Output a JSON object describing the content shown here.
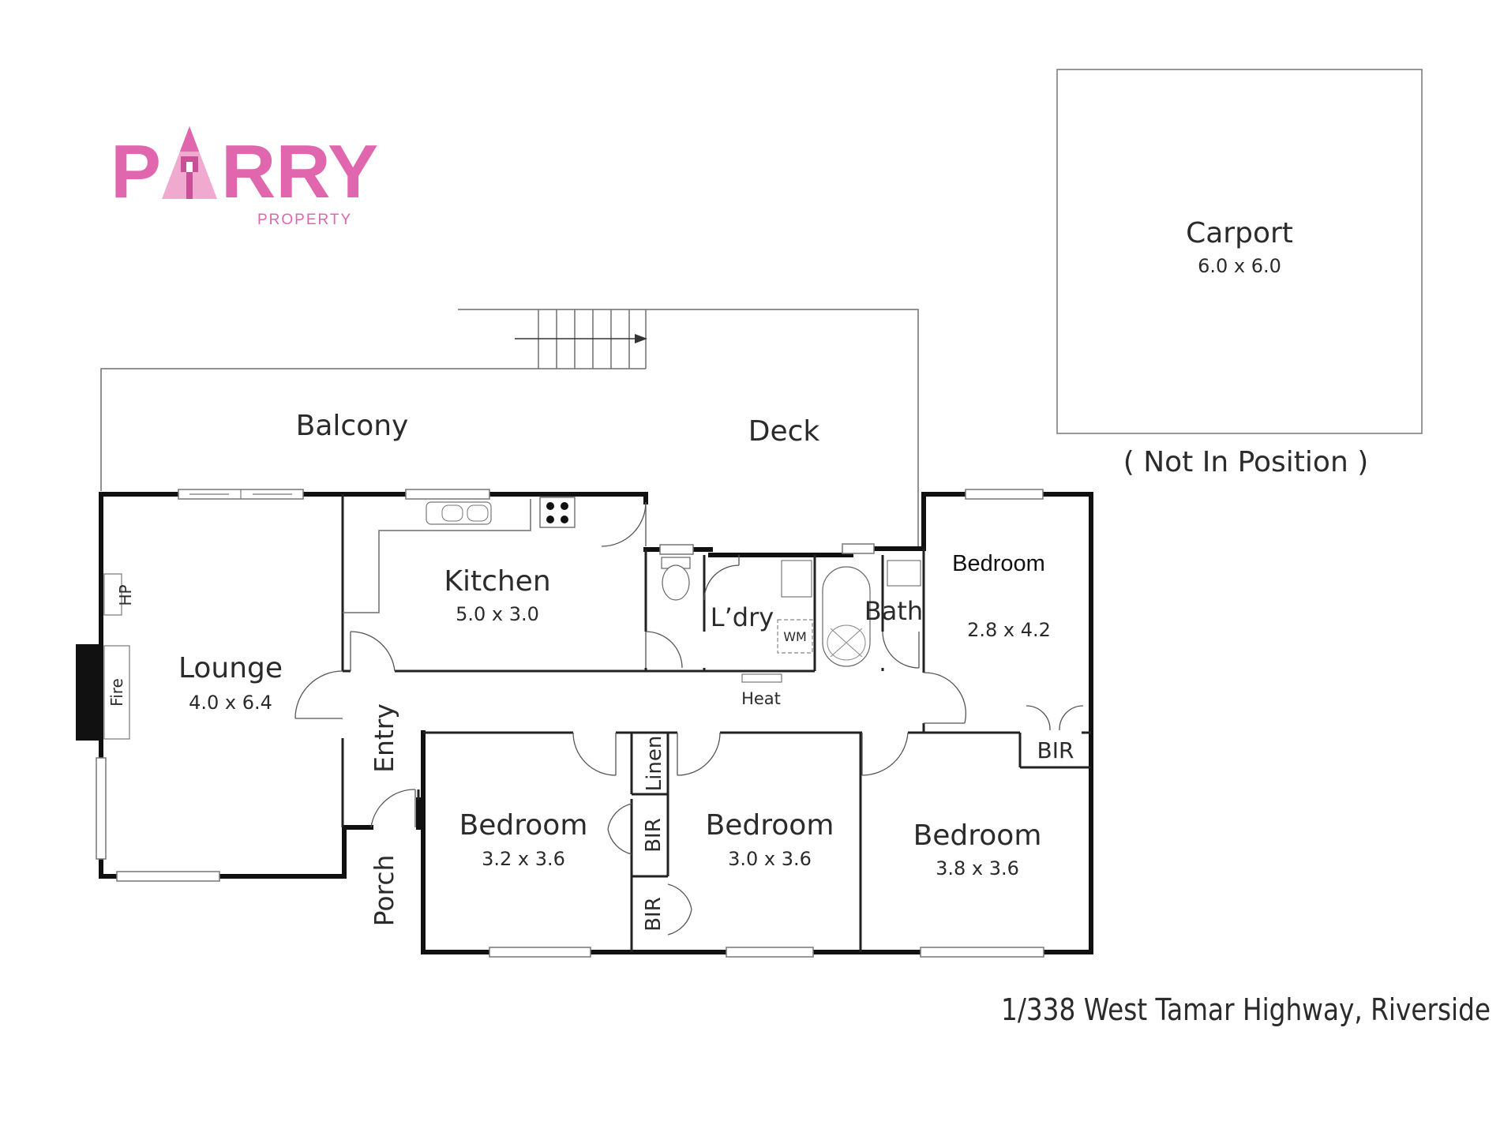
{
  "logo": {
    "name": "PARRY",
    "sub": "PROPERTY",
    "colors": {
      "pink": "#e066ad",
      "light_pink": "#f0a9cf",
      "dark_pink": "#c94f97"
    }
  },
  "carport": {
    "label": "Carport",
    "dims": "6.0 x 6.0",
    "note": "( Not In Position )"
  },
  "rooms": {
    "balcony": {
      "label": "Balcony"
    },
    "deck": {
      "label": "Deck"
    },
    "kitchen": {
      "label": "Kitchen",
      "dims": "5.0 x 3.0"
    },
    "lounge": {
      "label": "Lounge",
      "dims": "4.0 x 6.4"
    },
    "laundry": {
      "label": "L’dry"
    },
    "bath": {
      "label": "Bath"
    },
    "bedroom_ne": {
      "label": "Bedroom",
      "dims": "2.8 x 4.2"
    },
    "bedroom_1": {
      "label": "Bedroom",
      "dims": "3.2 x 3.6"
    },
    "bedroom_2": {
      "label": "Bedroom",
      "dims": "3.0 x 3.6"
    },
    "bedroom_3": {
      "label": "Bedroom",
      "dims": "3.8 x 3.6"
    },
    "entry": {
      "label": "Entry"
    },
    "porch": {
      "label": "Porch"
    },
    "linen": {
      "label": "Linen"
    },
    "bir_1": {
      "label": "BIR"
    },
    "bir_2": {
      "label": "BIR"
    },
    "bir_3": {
      "label": "BIR"
    }
  },
  "fixtures": {
    "hp": "HP",
    "fire": "Fire",
    "wm": "WM",
    "heat": "Heat"
  },
  "address": "1/338 West Tamar Highway, Riverside"
}
